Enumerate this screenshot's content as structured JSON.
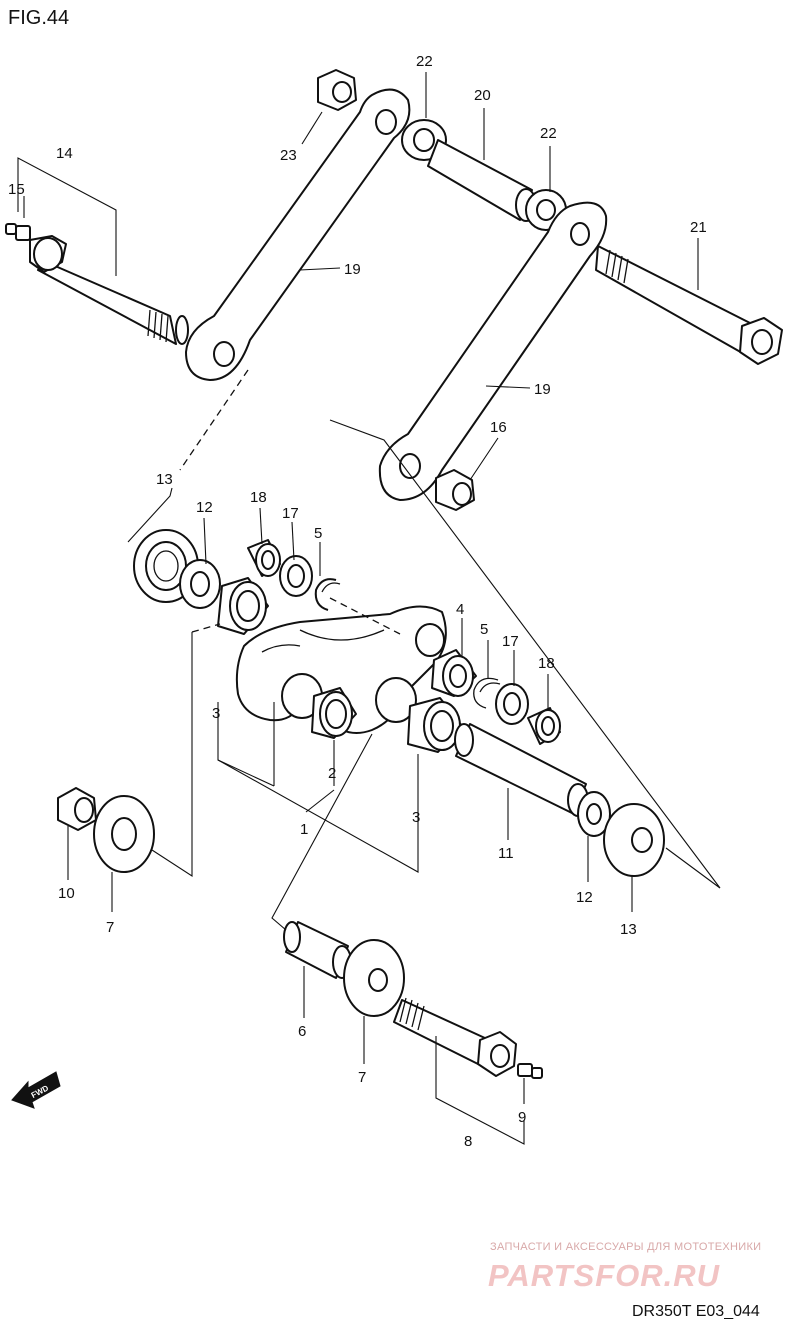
{
  "figure": {
    "title": "FIG.44",
    "code": "DR350T E03_044"
  },
  "watermark": {
    "tagline": "ЗАПЧАСТИ И АКСЕССУАРЫ ДЛЯ МОТОТЕХНИКИ",
    "brand": "PARTSFOR.RU"
  },
  "fwd_label": "FWD",
  "callouts": {
    "c1": "1",
    "c2": "2",
    "c3a": "3",
    "c3b": "3",
    "c4": "4",
    "c5a": "5",
    "c5b": "5",
    "c6": "6",
    "c7a": "7",
    "c7b": "7",
    "c8": "8",
    "c9": "9",
    "c10": "10",
    "c11": "11",
    "c12a": "12",
    "c12b": "12",
    "c13a": "13",
    "c13b": "13",
    "c14": "14",
    "c15": "15",
    "c16": "16",
    "c17a": "17",
    "c17b": "17",
    "c18a": "18",
    "c18b": "18",
    "c19a": "19",
    "c19b": "19",
    "c20": "20",
    "c21": "21",
    "c22a": "22",
    "c22b": "22",
    "c23": "23"
  },
  "colors": {
    "line": "#111111",
    "watermark": "#f2c4c4"
  }
}
